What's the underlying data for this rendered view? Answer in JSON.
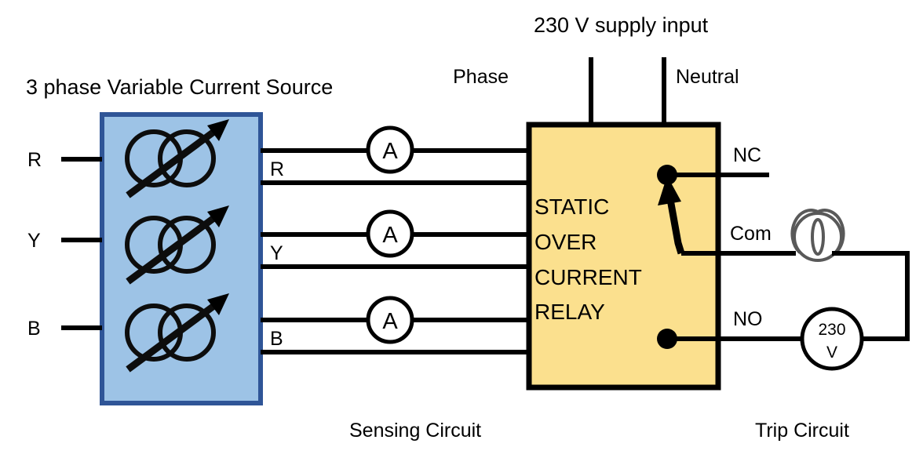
{
  "diagram": {
    "title_supply": "230 V supply input",
    "source_title": "3 phase Variable Current Source",
    "section_sensing": "Sensing Circuit",
    "section_trip": "Trip Circuit",
    "supply": {
      "phase_label": "Phase",
      "neutral_label": "Neutral"
    },
    "source": {
      "input_terminals": [
        "R",
        "Y",
        "B"
      ],
      "output_terminals": [
        "R",
        "Y",
        "B"
      ],
      "fill_color": "#9DC3E6",
      "border_color": "#2F5597"
    },
    "relay": {
      "name_lines": [
        "STATIC",
        "OVER",
        "CURRENT",
        "RELAY"
      ],
      "fill_color": "#FBE08E",
      "border_color": "#000000",
      "contacts": [
        "NC",
        "Com",
        "NO"
      ]
    },
    "meters": {
      "ammeter_label": "A",
      "count": 3
    },
    "trip": {
      "lamp_name": "indicator-lamp",
      "lamp_color": "#595959",
      "source_label_line1": "230",
      "source_label_line2": "V"
    }
  }
}
